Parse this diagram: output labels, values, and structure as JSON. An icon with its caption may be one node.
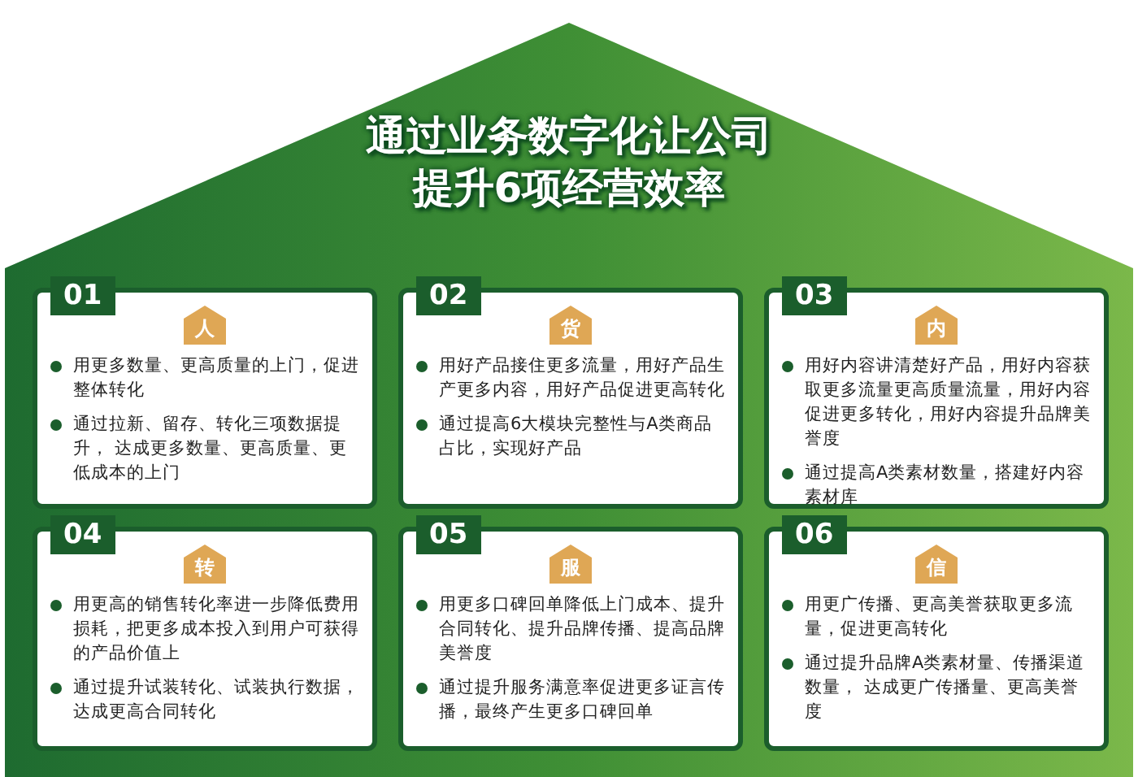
{
  "diagram": {
    "title": "通过业务数字化让公司提升6项经营效率",
    "nodes": [
      {
        "text": [
          "01",
          "用更多数量、更高质量的上门，促进整体转化",
          "通过拉新、留存、转化三项数据提升， 达成更多数量、更高质量、更低成本的上门"
        ]
      },
      {
        "text": [
          "人"
        ],
        "in": 0
      },
      {
        "text": [
          "02",
          "用好产品接住更多流量，用好产品生产更多内容，用好产品促进更高转化",
          "通过提高6大模块完整性与A类商品占比，实现好产品"
        ]
      },
      {
        "text": [
          "货"
        ],
        "in": 2
      },
      {
        "text": [
          "03",
          "用好内容讲清楚好产品，用好内容获取更多流量更高质量流量，用好内容促进更多转化，用好内容提升品牌美誉度",
          "通过提高A类素材数量，搭建好内容素材库"
        ]
      },
      {
        "text": [
          "内"
        ],
        "in": 4
      },
      {
        "text": [
          "04",
          "用更高的销售转化率进一步降低费用损耗，把更多成本投入到用户可获得的产品价值上",
          "通过提升试装转化、试装执行数据，达成更高合同转化"
        ]
      },
      {
        "text": [
          "转"
        ],
        "in": 6
      },
      {
        "text": [
          "05",
          "用更多口碑回单降低上门成本、提升合同转化、提升品牌传播、提高品牌美誉度",
          "通过提升服务满意率促进更多证言传播，最终产生更多口碑回单"
        ]
      },
      {
        "text": [
          "服"
        ],
        "in": 8
      },
      {
        "text": [
          "06",
          "用更广传播、更高美誉获取更多流量，促进更高转化",
          "通过提升品牌A类素材量、传播渠道数量， 达成更广传播量、更高美誉度"
        ]
      },
      {
        "text": [
          "信"
        ],
        "in": 10
      }
    ]
  }
}
